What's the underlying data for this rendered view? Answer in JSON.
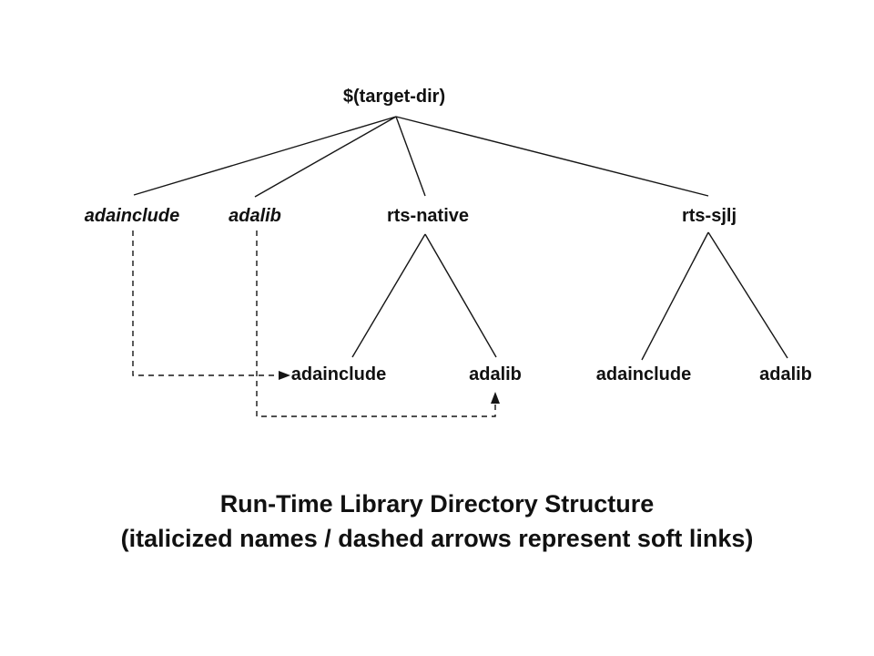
{
  "diagram": {
    "root": {
      "label": "$(target-dir)"
    },
    "level2": [
      {
        "label": "adainclude",
        "soft_link": true
      },
      {
        "label": "adalib",
        "soft_link": true
      },
      {
        "label": "rts-native",
        "soft_link": false
      },
      {
        "label": "rts-sjlj",
        "soft_link": false
      }
    ],
    "level3": [
      {
        "label": "adainclude",
        "parent": "rts-native"
      },
      {
        "label": "adalib",
        "parent": "rts-native"
      },
      {
        "label": "adainclude",
        "parent": "rts-sjlj"
      },
      {
        "label": "adalib",
        "parent": "rts-sjlj"
      }
    ],
    "caption": {
      "title": "Run-Time Library Directory Structure",
      "subtitle": "(italicized names / dashed arrows represent soft links)"
    },
    "colors": {
      "line": "#151515",
      "text": "#111111",
      "background": "#ffffff"
    }
  }
}
